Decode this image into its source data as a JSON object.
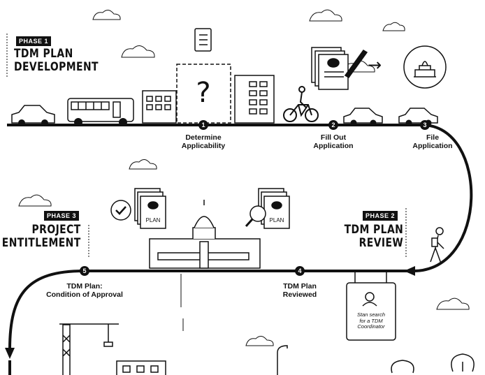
{
  "phases": [
    {
      "badge": "PHASE 1",
      "title_lines": [
        "TDM PLAN",
        "DEVELOPMENT"
      ]
    },
    {
      "badge": "PHASE 2",
      "title_lines": [
        "TDM PLAN",
        "REVIEW"
      ]
    },
    {
      "badge": "PHASE 3",
      "title_lines": [
        "PROJECT",
        "ENTITLEMENT"
      ]
    }
  ],
  "steps": [
    {
      "number": "1",
      "label_lines": [
        "Determine",
        "Applicability"
      ]
    },
    {
      "number": "2",
      "label_lines": [
        "Fill Out",
        "Application"
      ]
    },
    {
      "number": "3",
      "label_lines": [
        "File",
        "Application"
      ]
    },
    {
      "number": "4",
      "label_lines": [
        "TDM Plan",
        "Reviewed"
      ]
    },
    {
      "number": "5",
      "label_lines": [
        "TDM Plan:",
        "Condition of Approval"
      ]
    }
  ],
  "document_labels": [
    "PLAN",
    "PLAN"
  ],
  "question_mark": "?",
  "arrow_glyph": "→",
  "sign": {
    "text_lines": [
      "Stan search",
      "for a TDM",
      "Coordinator"
    ]
  },
  "colors": {
    "ink": "#111111",
    "background": "#ffffff",
    "window": "#ffffff"
  }
}
